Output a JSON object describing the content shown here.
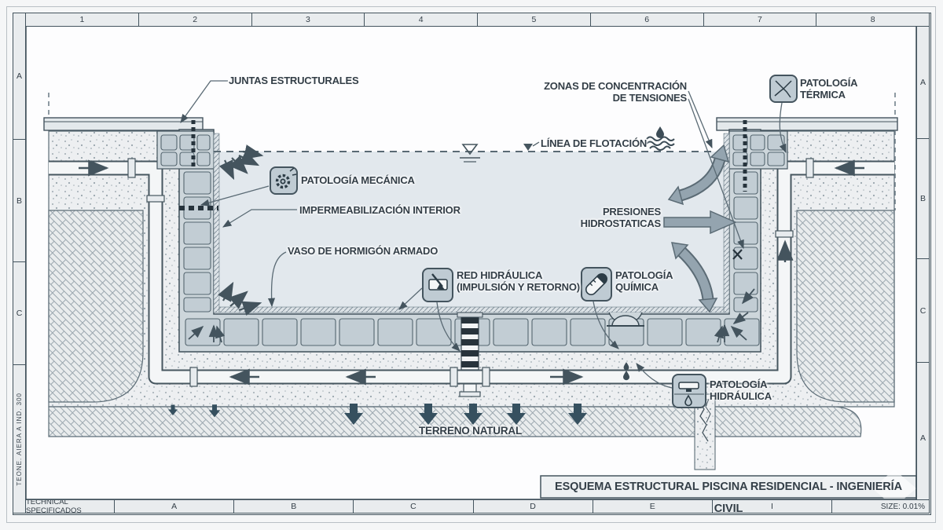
{
  "frame": {
    "top_columns": [
      "1",
      "2",
      "3",
      "4",
      "5",
      "6",
      "7",
      "8"
    ],
    "left_rows": [
      "A",
      "B",
      "C"
    ],
    "left_vertical_text": "TEONE. AIERA    A    IND. 300",
    "right_rows": [
      "A",
      "B",
      "C",
      "A"
    ],
    "bottom_left_cell": "TECHNICAL SPECIFICADOS",
    "bottom_cells": [
      "A",
      "B",
      "C",
      "D",
      "E",
      "I"
    ],
    "bottom_right_cell": "SIZE: 0.01%"
  },
  "title_block": {
    "title": "ESQUEMA ESTRUCTURAL PISCINA RESIDENCIAL - INGENIERÍA CIVIL"
  },
  "annotations": {
    "juntas": "JUNTAS ESTRUCTURALES",
    "zonas_l1": "ZONAS DE CONCENTRACIÓN",
    "zonas_l2": "DE TENSIONES",
    "termica_l1": "PATOLOGÍA",
    "termica_l2": "TÉRMICA",
    "flotacion": "LÍNEA DE FLOTACIÓN",
    "mecanica": "PATOLOGÍA MECÁNICA",
    "impermeabilizacion": "IMPERMEABILIZACIÓN INTERIOR",
    "vaso": "VASO DE HORMIGÓN ARMADO",
    "red_l1": "RED HIDRÁULICA",
    "red_l2": "(IMPULSIÓN Y RETORNO)",
    "presiones_l1": "PRESIONES",
    "presiones_l2": "HIDROSTATICAS",
    "quimica_l1": "PATOLOGÍA",
    "quimica_l2": "QUÍMICA",
    "hidraulica_l1": "PATOLOGÍA",
    "hidraulica_l2": "HIDRÁULICA",
    "terreno": "TERRENO NATURAL"
  },
  "icons": {
    "broken_gear": "mechanical-damage-gear",
    "cracked_plate": "thermal-crack-plate",
    "pipe_flow": "hydraulic-pipe-flow",
    "test_tube": "chemical-test-tube",
    "dripping_faucet": "hydraulic-leak-faucet",
    "water_waves": "water-surface-waves",
    "droplet": "water-drop",
    "water_level_triangle": "water-level-datum"
  },
  "colors": {
    "line": "#44545e",
    "shell": "#cdd6db",
    "rebar_cell": "#c2cdd4",
    "water": "#e2e8ed",
    "concrete": "#edeff1",
    "soil": "#e9eced",
    "big_arrow": "#94a4af",
    "dark_arrow": "#36505f",
    "badge": "#bfcbd3",
    "strip": "#e9ecee",
    "paper": "#f5f6f7"
  }
}
